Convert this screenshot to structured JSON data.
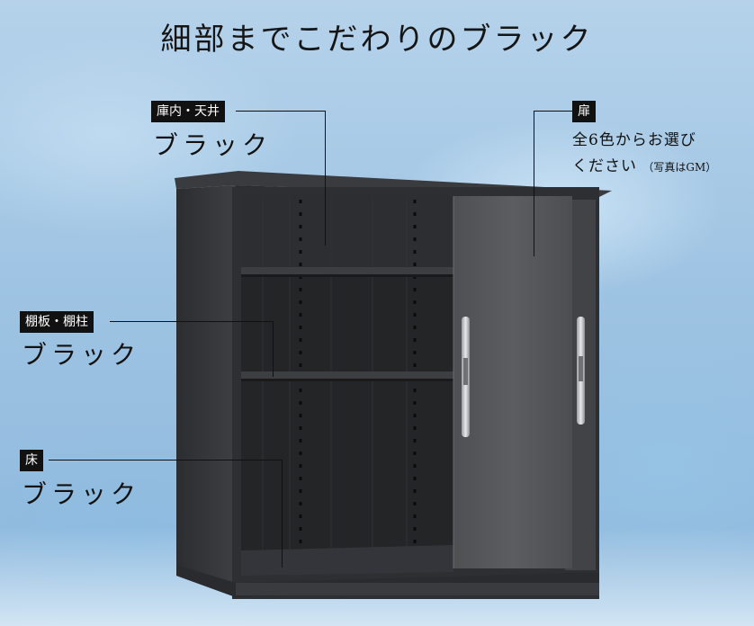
{
  "title": "細部までこだわりのブラック",
  "labels": {
    "interior": {
      "tag": "庫内・天井",
      "color": "ブラック"
    },
    "shelf": {
      "tag": "棚板・棚柱",
      "color": "ブラック"
    },
    "floor": {
      "tag": "床",
      "color": "ブラック"
    },
    "door": {
      "tag": "扉",
      "line1": "全6色からお選び",
      "line2": "ください",
      "note": "（写真はGM）"
    }
  },
  "colors": {
    "cabinet_body": "#3b3c3f",
    "door": "#5a5b5e",
    "handle": "#c9cbcd",
    "label_bg": "#111111"
  }
}
